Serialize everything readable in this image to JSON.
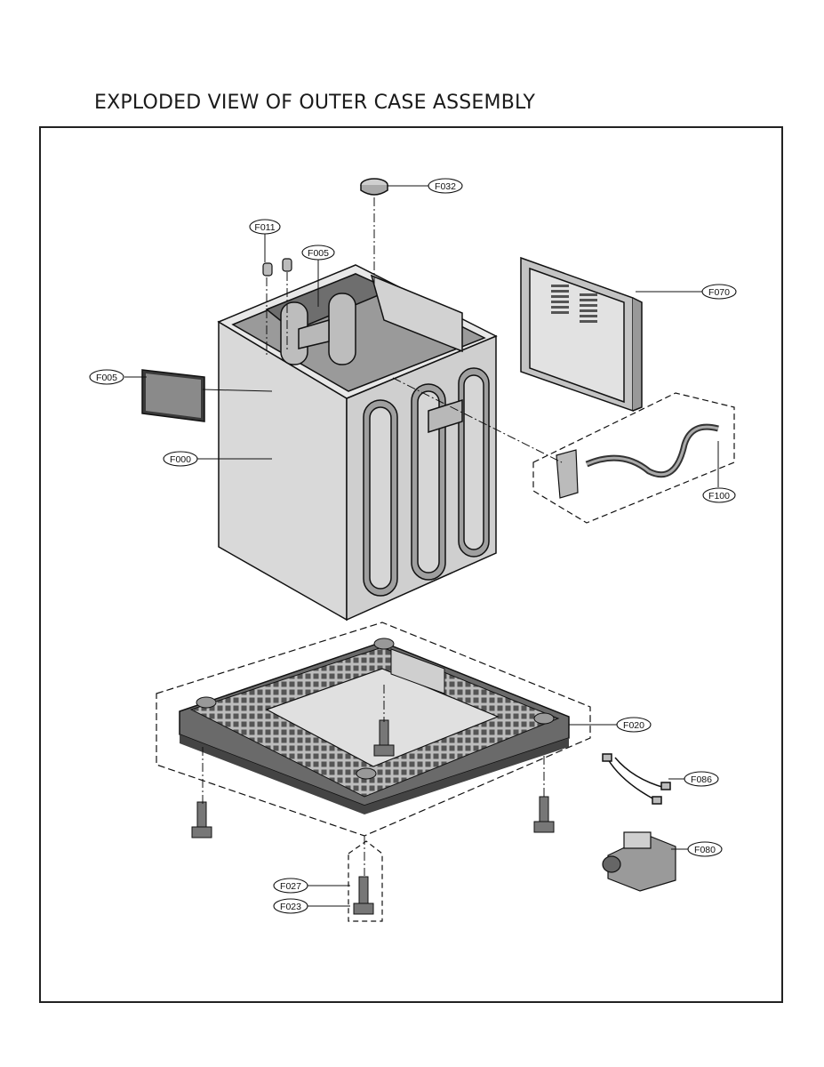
{
  "title": "EXPLODED VIEW OF OUTER CASE ASSEMBLY",
  "callouts": {
    "f032": "F032",
    "f011": "F011",
    "f005_top": "F005",
    "f005_left": "F005",
    "f000": "F000",
    "f070": "F070",
    "f100": "F100",
    "f020": "F020",
    "f086": "F086",
    "f080": "F080",
    "f027": "F027",
    "f023": "F023"
  }
}
